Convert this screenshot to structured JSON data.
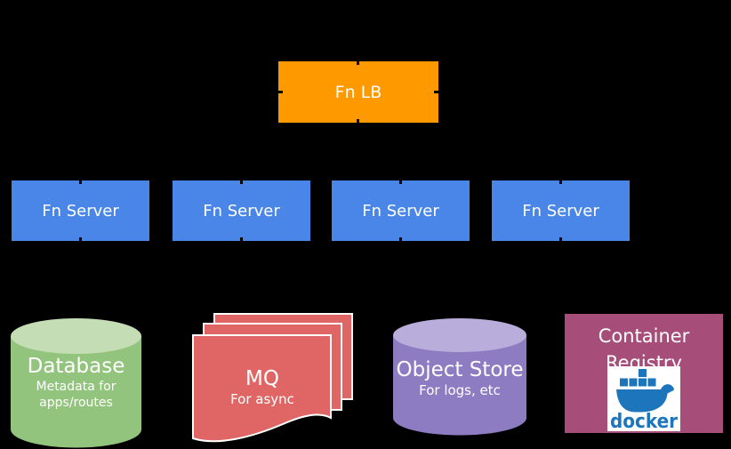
{
  "diagram": {
    "background_color": "#000000",
    "load_balancer": {
      "label": "Fn LB",
      "color": "#FF9900"
    },
    "servers": {
      "color": "#4A86E8",
      "items": [
        {
          "label": "Fn Server"
        },
        {
          "label": "Fn Server"
        },
        {
          "label": "Fn Server"
        },
        {
          "label": "Fn Server"
        }
      ]
    },
    "database": {
      "title": "Database",
      "subtitle_lines": [
        "Metadata for",
        "apps/routes"
      ],
      "body_color": "#93C47D",
      "top_color": "#C4DDB5"
    },
    "mq": {
      "title": "MQ",
      "subtitle": "For async",
      "body_color": "#E06666",
      "border_color": "#FFFFFF"
    },
    "object_store": {
      "title": "Object Store",
      "subtitle": "For logs, etc",
      "body_color": "#8E7CC3",
      "top_color": "#B9ADDB"
    },
    "container_registry": {
      "title_lines": [
        "Container",
        "Registry"
      ],
      "color": "#A64D79",
      "docker": {
        "wordmark": "docker",
        "color": "#1D76BC"
      }
    }
  }
}
